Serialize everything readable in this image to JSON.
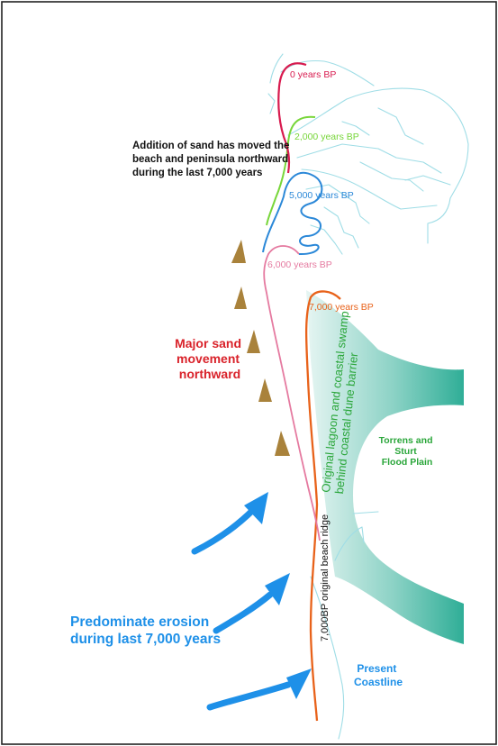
{
  "colors": {
    "frame": "#222222",
    "coastline": "#9fdde6",
    "floodplain": "#2fae97",
    "sand_mound": "#a9823b",
    "erosion_arrow": "#1e90e8",
    "yr0": "#d81b4f",
    "yr2000": "#78d63a",
    "yr5000": "#2b88d8",
    "yr6000": "#e57aa0",
    "yr7000": "#e8621a",
    "annotation_green": "#2aa63a",
    "annotation_red": "#d9222a",
    "annotation_black": "#111111"
  },
  "shorelines": [
    {
      "id": "yr0",
      "label": "0 years BP",
      "color": "#d81b4f"
    },
    {
      "id": "yr2000",
      "label": "2,000 years BP",
      "color": "#78d63a"
    },
    {
      "id": "yr5000",
      "label": "5,000 years BP",
      "color": "#2b88d8"
    },
    {
      "id": "yr6000",
      "label": "6,000 years BP",
      "color": "#e57aa0"
    },
    {
      "id": "yr7000",
      "label": "7,000 years BP",
      "color": "#e8621a"
    }
  ],
  "annotations": {
    "sand_addition": [
      "Addition of sand has moved the",
      "beach  and peninsula northward",
      "during the last 7,000 years"
    ],
    "major_sand": [
      "Major sand",
      "movement",
      "northward"
    ],
    "lagoon": [
      "Original lagoon and coastal swamp",
      "behind coastal dune barrier"
    ],
    "floodplain": [
      "Torrens and",
      "Sturt",
      "Flood Plain"
    ],
    "beach_ridge": "7,000BP original beach ridge",
    "erosion": [
      "Predominate erosion",
      "during last 7,000 years"
    ],
    "present_coastline": [
      "Present",
      "Coastline"
    ]
  },
  "icons": {
    "sand_mound": "sand-mound-icon",
    "erosion_arrow": "erosion-arrow-icon"
  }
}
